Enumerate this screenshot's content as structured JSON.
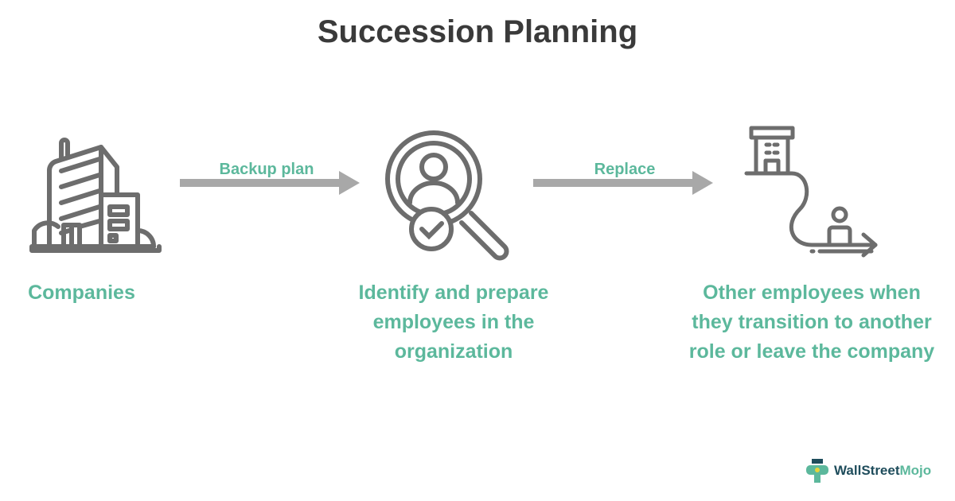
{
  "title": "Succession Planning",
  "arrows": [
    {
      "label": "Backup plan"
    },
    {
      "label": "Replace"
    }
  ],
  "nodes": [
    {
      "label": "Companies",
      "icon": "building-icon"
    },
    {
      "label": "Identify and prepare employees in the organization",
      "icon": "magnifier-person-check-icon"
    },
    {
      "label": "Other employees when they transition to another role or leave the company",
      "icon": "office-path-person-icon"
    }
  ],
  "logo": {
    "part1": "WallStreet",
    "part2": "Mojo"
  },
  "colors": {
    "accent": "#5cb89c",
    "icon": "#6d6d6d",
    "arrow": "#a8a8a8"
  }
}
